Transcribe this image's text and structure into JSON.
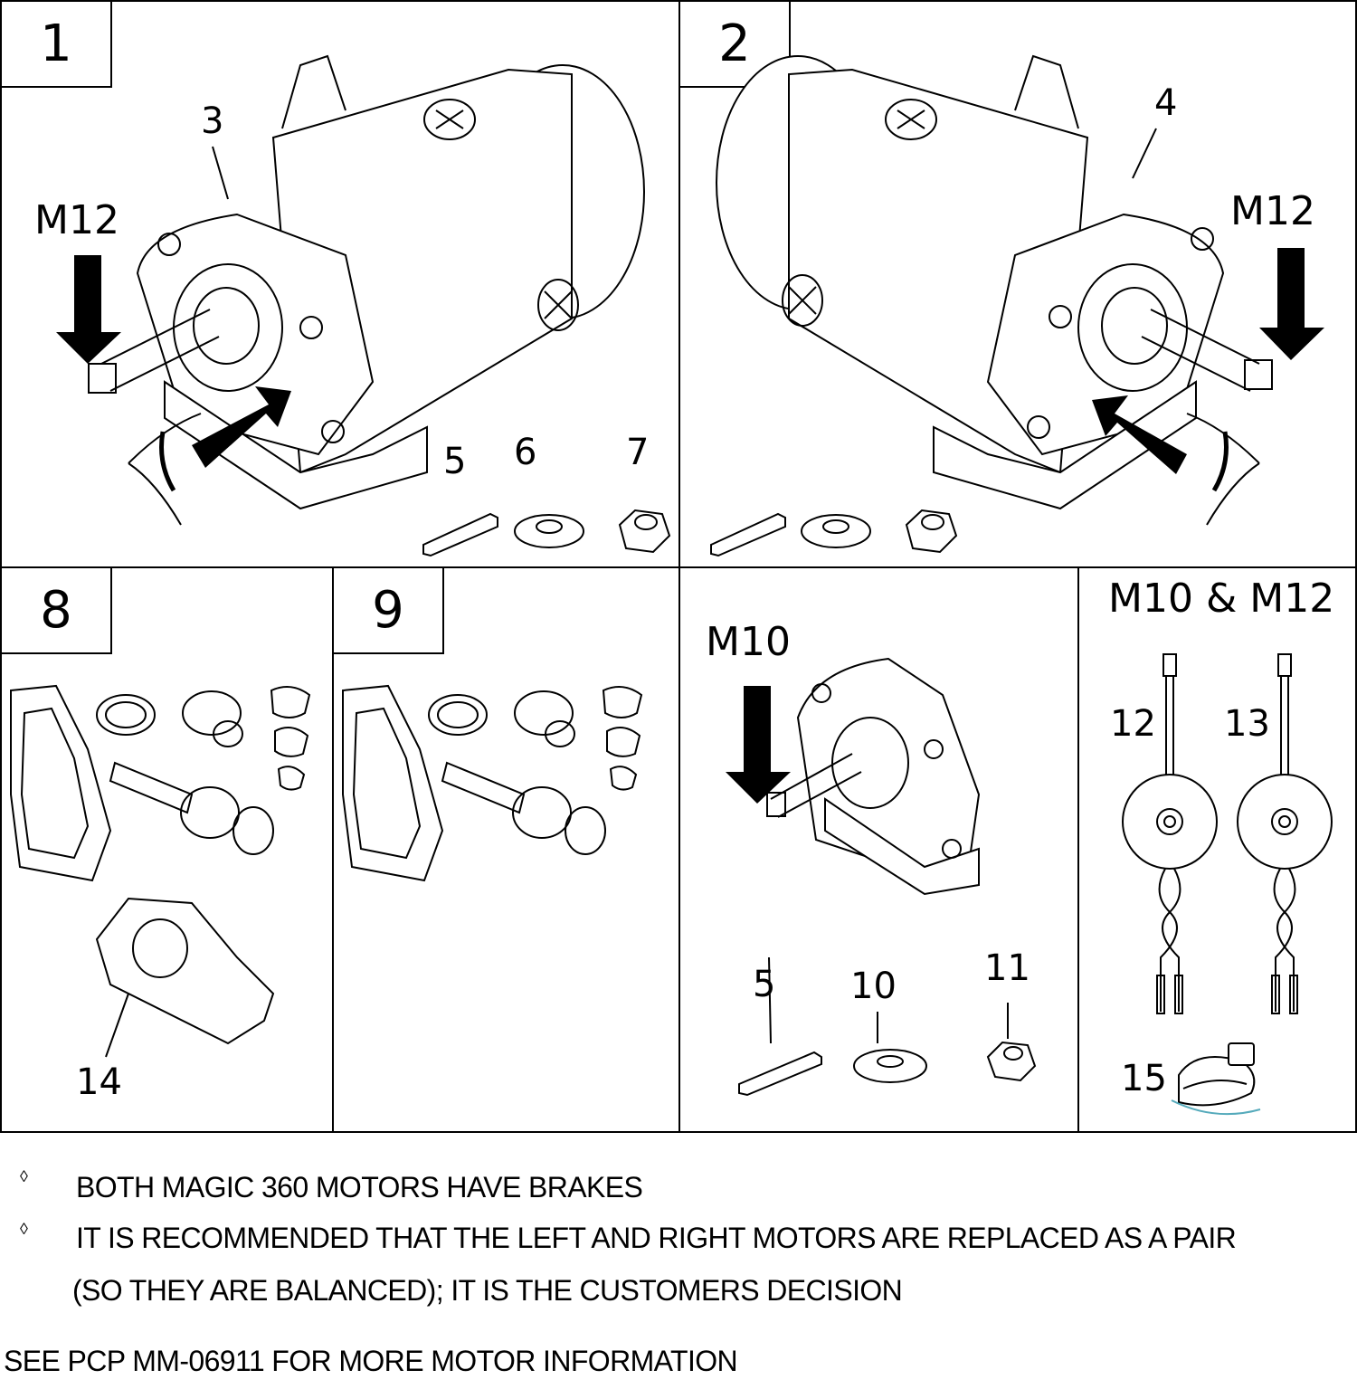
{
  "panels": {
    "p1": {
      "number": "1",
      "size_label": "M12",
      "callouts": {
        "body": "3",
        "key": "5",
        "washer": "6",
        "nut": "7"
      }
    },
    "p2": {
      "number": "2",
      "size_label": "M12",
      "callouts": {
        "body": "4"
      }
    },
    "p8": {
      "number": "8",
      "callouts": {
        "cover": "14"
      }
    },
    "p9": {
      "number": "9"
    },
    "pM10": {
      "size_label": "M10",
      "callouts": {
        "key": "5",
        "washer": "10",
        "nut": "11"
      }
    },
    "pBrake": {
      "title": "M10 & M12",
      "callouts": {
        "brake_a": "12",
        "brake_b": "13",
        "boot": "15"
      }
    }
  },
  "notes": {
    "bullet_glyph": "◊",
    "line1": "BOTH MAGIC 360 MOTORS HAVE BRAKES",
    "line2": "IT IS RECOMMENDED THAT THE LEFT AND RIGHT MOTORS ARE REPLACED AS A PAIR",
    "line3": "(SO THEY ARE BALANCED); IT IS THE CUSTOMERS DECISION",
    "footer": "SEE PCP MM-06911 FOR MORE MOTOR INFORMATION"
  }
}
